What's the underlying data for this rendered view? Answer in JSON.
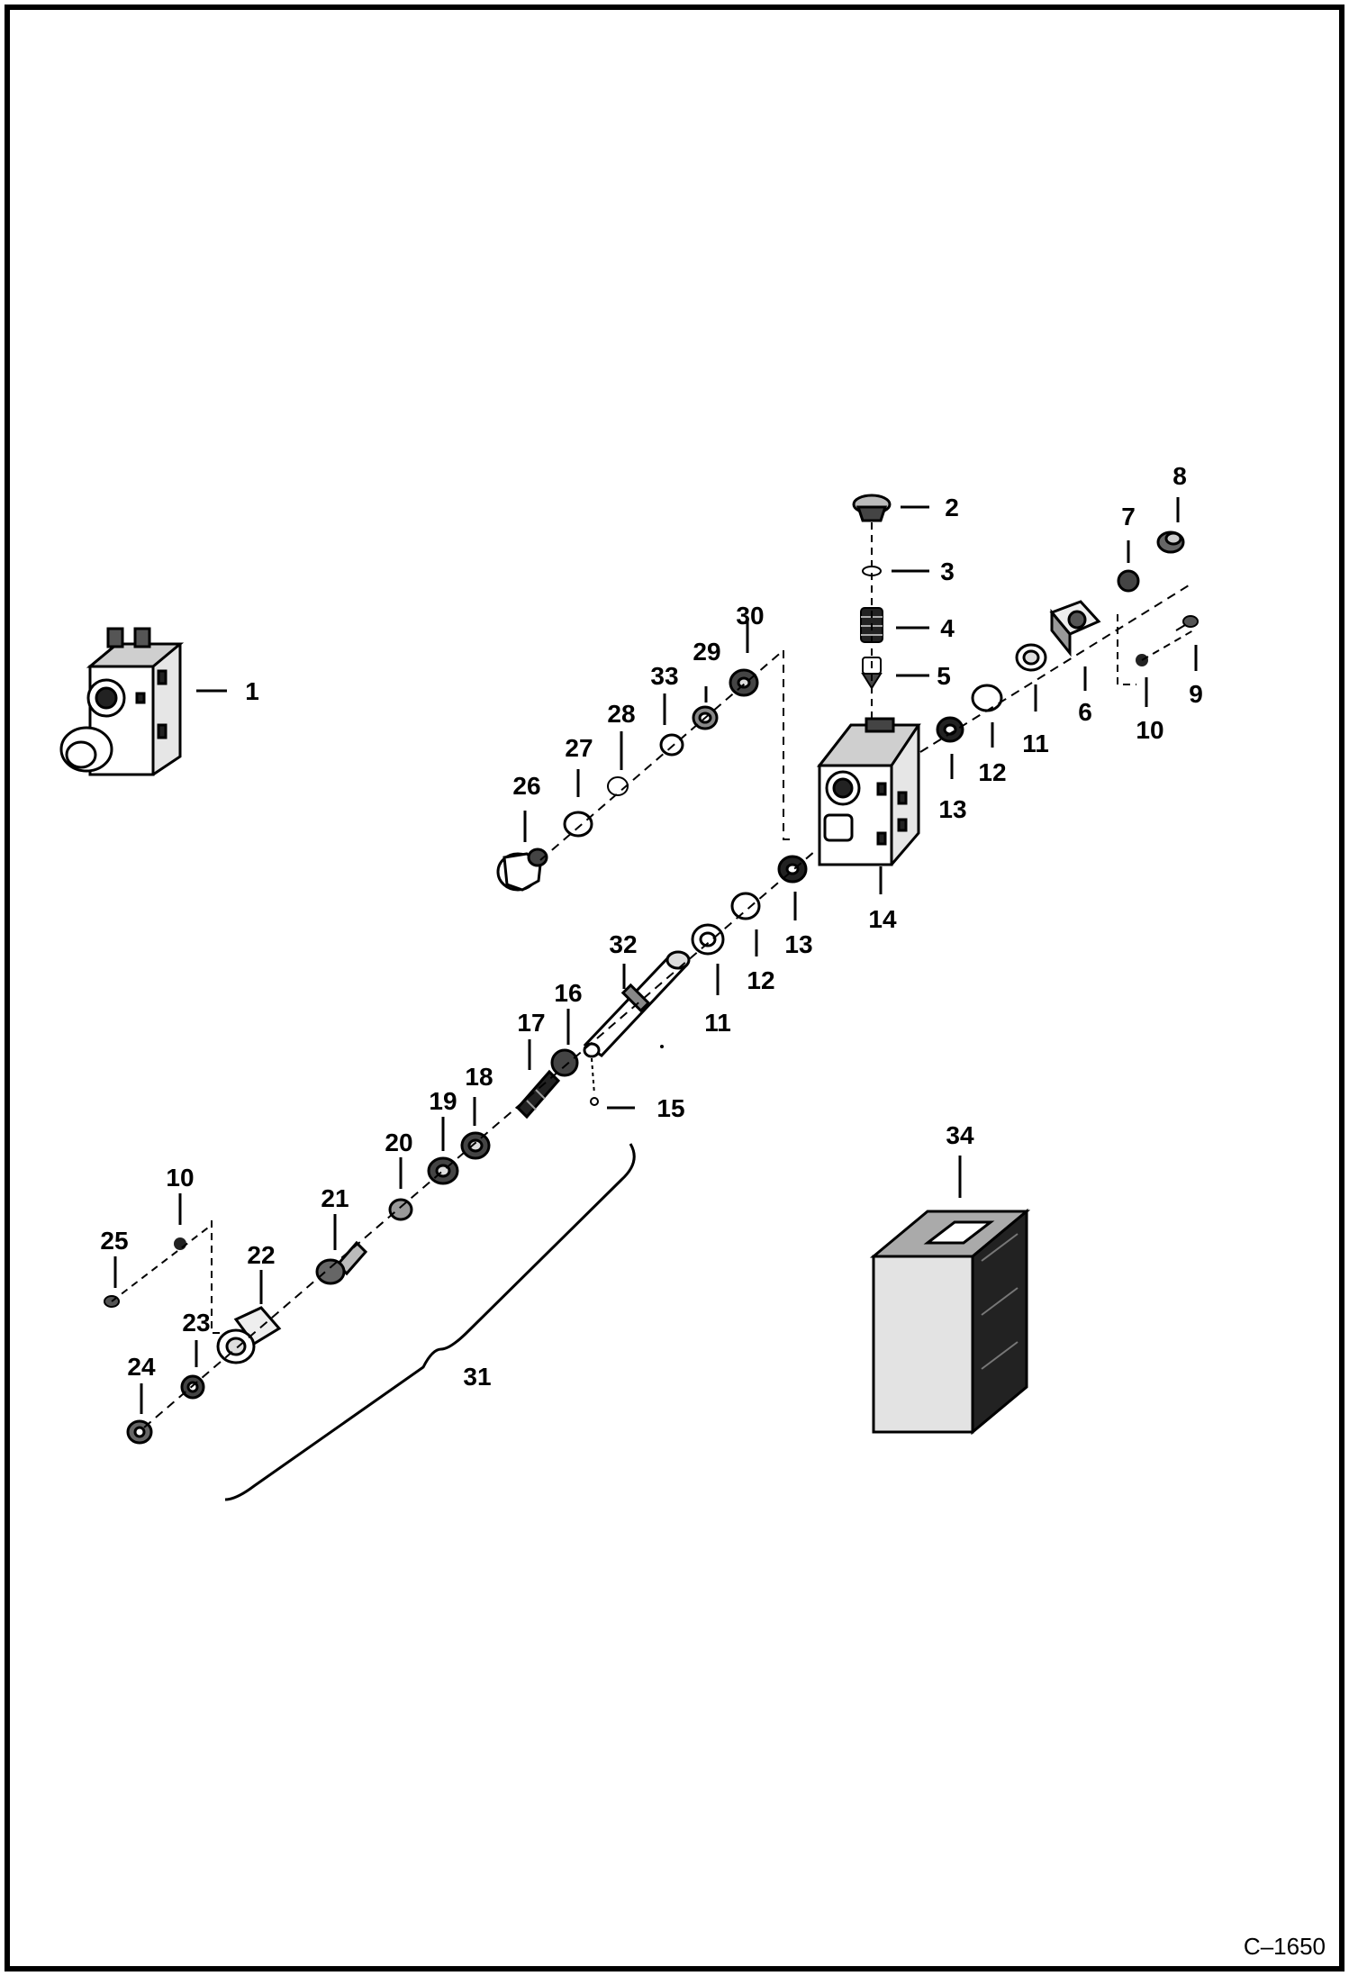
{
  "diagram": {
    "drawing_code": "C–1650",
    "callouts": [
      {
        "id": "c1",
        "text": "1"
      },
      {
        "id": "c2",
        "text": "2"
      },
      {
        "id": "c3",
        "text": "3"
      },
      {
        "id": "c4",
        "text": "4"
      },
      {
        "id": "c5",
        "text": "5"
      },
      {
        "id": "c6",
        "text": "6"
      },
      {
        "id": "c7",
        "text": "7"
      },
      {
        "id": "c8",
        "text": "8"
      },
      {
        "id": "c9",
        "text": "9"
      },
      {
        "id": "c10a",
        "text": "10"
      },
      {
        "id": "c11a",
        "text": "11"
      },
      {
        "id": "c12a",
        "text": "12"
      },
      {
        "id": "c13a",
        "text": "13"
      },
      {
        "id": "c14",
        "text": "14"
      },
      {
        "id": "c30",
        "text": "30"
      },
      {
        "id": "c29",
        "text": "29"
      },
      {
        "id": "c33",
        "text": "33"
      },
      {
        "id": "c28",
        "text": "28"
      },
      {
        "id": "c27",
        "text": "27"
      },
      {
        "id": "c26",
        "text": "26"
      },
      {
        "id": "c13b",
        "text": "13"
      },
      {
        "id": "c12b",
        "text": "12"
      },
      {
        "id": "c11b",
        "text": "11"
      },
      {
        "id": "c32",
        "text": "32"
      },
      {
        "id": "c16",
        "text": "16"
      },
      {
        "id": "c17",
        "text": "17"
      },
      {
        "id": "c15",
        "text": "15"
      },
      {
        "id": "c18",
        "text": "18"
      },
      {
        "id": "c19",
        "text": "19"
      },
      {
        "id": "c20",
        "text": "20"
      },
      {
        "id": "c21",
        "text": "21"
      },
      {
        "id": "c10b",
        "text": "10"
      },
      {
        "id": "c25",
        "text": "25"
      },
      {
        "id": "c22",
        "text": "22"
      },
      {
        "id": "c23",
        "text": "23"
      },
      {
        "id": "c24",
        "text": "24"
      },
      {
        "id": "c31",
        "text": "31"
      },
      {
        "id": "c34",
        "text": "34"
      }
    ]
  }
}
